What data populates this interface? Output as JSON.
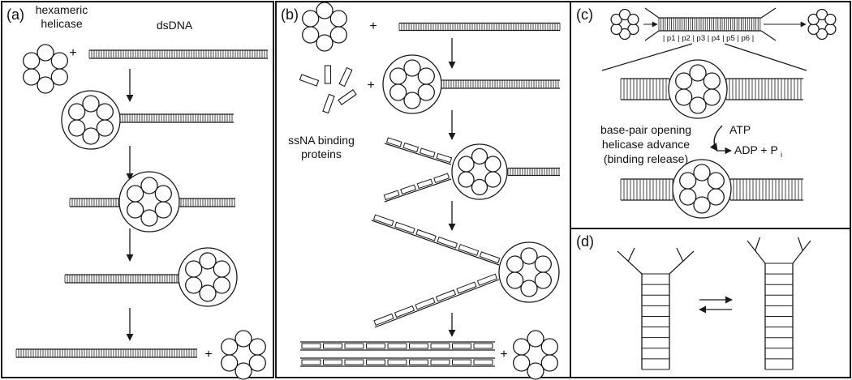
{
  "panels": {
    "a": {
      "label": "(a)",
      "helicase_line1": "hexameric",
      "helicase_line2": "helicase",
      "dsdna": "dsDNA",
      "plus1": "+",
      "plus2": "+"
    },
    "b": {
      "label": "(b)",
      "ssna_line1": "ssNA binding",
      "ssna_line2": "proteins",
      "plus1": "+",
      "plus2": "+",
      "plus3": "+"
    },
    "c": {
      "label": "(c)",
      "positions": "| p1 | p2 | p3 | p4 | p5 | p6 |",
      "line1": "base-pair opening",
      "line2": "helicase advance",
      "line3": "(binding release)",
      "atp": "ATP",
      "adp": "ADP + P",
      "adp_sub": "i"
    },
    "d": {
      "label": "(d)"
    }
  },
  "colors": {
    "ink": "#1a1a1a",
    "background": "#ffffff"
  }
}
